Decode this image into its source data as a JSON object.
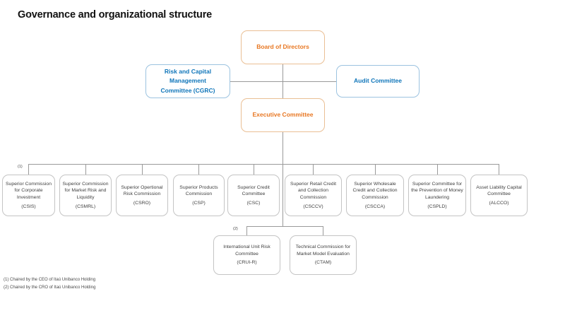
{
  "title": "Governance and organizational structure",
  "colors": {
    "orange_text": "#e87722",
    "orange_border": "#eabf94",
    "blue_text": "#1076ba",
    "blue_border": "#9cc3e0",
    "box_border_gray": "#c4c4c4",
    "connector_gray": "#9a9a9a",
    "body_text": "#3f3f3f",
    "background": "#ffffff"
  },
  "org": {
    "board": {
      "label": "Board of Directors"
    },
    "cgrc": {
      "label": "Risk and Capital\nManagement\nCommittee (CGRC)"
    },
    "audit": {
      "label": "Audit Committee"
    },
    "executive": {
      "label": "Executive Committee"
    },
    "note1": "(1)",
    "note2": "(2)",
    "row1": [
      {
        "name": "Superior Commission for Corporate Investment",
        "acronym": "(CSIS)"
      },
      {
        "name": "Superior Commission for Market Risk and Liquidity",
        "acronym": "(CSMRL)"
      },
      {
        "name": "Superior Opertional Risk Commission",
        "acronym": "(CSRO)"
      },
      {
        "name": "Superior Products Commission",
        "acronym": "(CSP)"
      },
      {
        "name": "Superior Credit Committee",
        "acronym": "(CSC)"
      },
      {
        "name": "Superior Retail Credit and Collection Commission",
        "acronym": "(CSCCV)"
      },
      {
        "name": "Superior Wholesale Credit and Collection Commission",
        "acronym": "(CSCCA)"
      },
      {
        "name": "Superior Committee for the Prevention of Money Laundering",
        "acronym": "(CSPLD)"
      },
      {
        "name": "Asset Liability Capital Committee",
        "acronym": "(ALCCO)"
      }
    ],
    "row2": [
      {
        "name": "International Unit Risk Committee",
        "acronym": "(CRUI-R)"
      },
      {
        "name": "Technical Commission for Market Model Evaluation",
        "acronym": "(CTAM)"
      }
    ],
    "footnotes": [
      "(1) Chaired by the CEO of Itaú Unibanco Holding",
      "(2) Chaired by the CRO of Itaú Unibanco Holding"
    ]
  }
}
